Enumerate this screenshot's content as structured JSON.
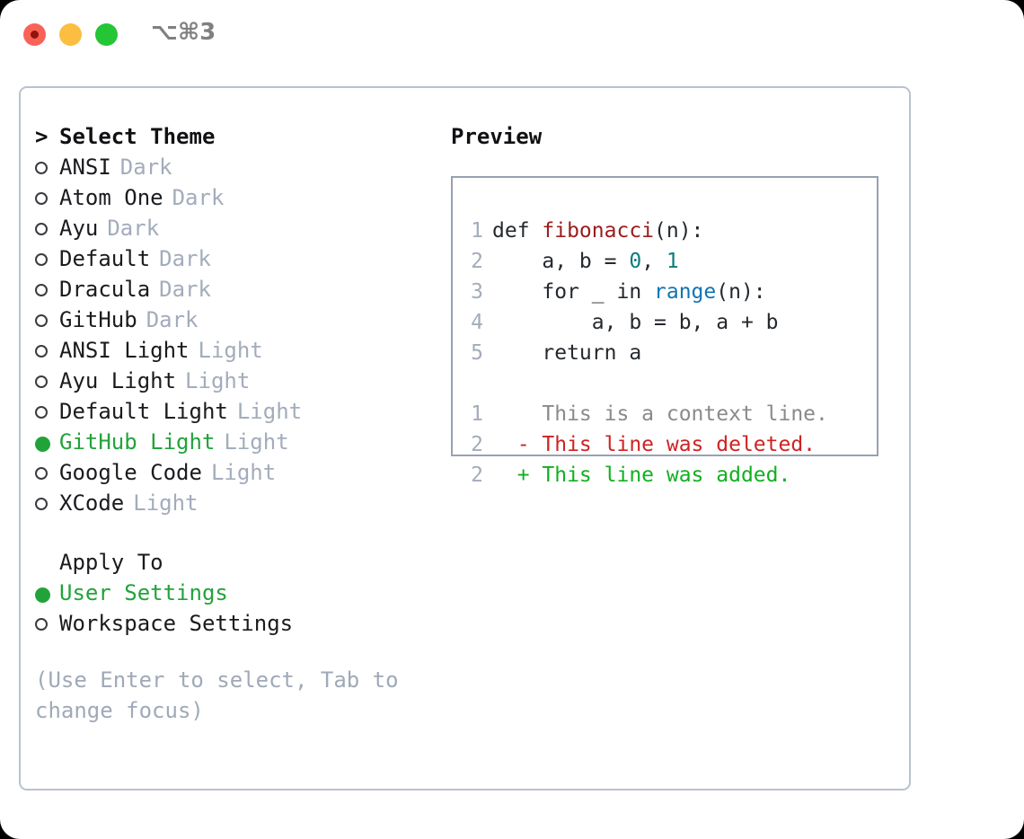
{
  "window": {
    "shortcut": "⌥⌘3",
    "traffic_lights": [
      "close-red",
      "minimize-yellow",
      "maximize-green"
    ],
    "colors": {
      "red": "#fa6257",
      "yellow": "#fcbe40",
      "green": "#24c636",
      "accent_green": "#22a33a",
      "muted": "#a3acbb",
      "border": "#b9c2cf"
    }
  },
  "theme_picker": {
    "heading": "Select Theme",
    "caret": ">",
    "bullet_empty": "○",
    "bullet_filled": "●",
    "items": [
      {
        "name": "ANSI",
        "kind": "Dark",
        "selected": false
      },
      {
        "name": "Atom One",
        "kind": "Dark",
        "selected": false
      },
      {
        "name": "Ayu",
        "kind": "Dark",
        "selected": false
      },
      {
        "name": "Default",
        "kind": "Dark",
        "selected": false
      },
      {
        "name": "Dracula",
        "kind": "Dark",
        "selected": false
      },
      {
        "name": "GitHub",
        "kind": "Dark",
        "selected": false
      },
      {
        "name": "ANSI Light",
        "kind": "Light",
        "selected": false
      },
      {
        "name": "Ayu Light",
        "kind": "Light",
        "selected": false
      },
      {
        "name": "Default Light",
        "kind": "Light",
        "selected": false
      },
      {
        "name": "GitHub Light",
        "kind": "Light",
        "selected": true
      },
      {
        "name": "Google Code",
        "kind": "Light",
        "selected": false
      },
      {
        "name": "XCode",
        "kind": "Light",
        "selected": false
      }
    ]
  },
  "apply_to": {
    "heading": "Apply To",
    "items": [
      {
        "name": "User Settings",
        "selected": true
      },
      {
        "name": "Workspace Settings",
        "selected": false
      }
    ]
  },
  "hint": "(Use Enter to select, Tab to change focus)",
  "preview": {
    "heading": "Preview",
    "code": [
      {
        "num": "1",
        "segments": [
          {
            "t": "def ",
            "cls": "code-txt"
          },
          {
            "t": "fibonacci",
            "cls": "tok-fn"
          },
          {
            "t": "(n):",
            "cls": "code-txt"
          }
        ]
      },
      {
        "num": "2",
        "segments": [
          {
            "t": "    a, b = ",
            "cls": "code-txt"
          },
          {
            "t": "0",
            "cls": "tok-num"
          },
          {
            "t": ", ",
            "cls": "code-txt"
          },
          {
            "t": "1",
            "cls": "tok-num"
          }
        ]
      },
      {
        "num": "3",
        "segments": [
          {
            "t": "    for _ in ",
            "cls": "code-txt"
          },
          {
            "t": "range",
            "cls": "tok-blt"
          },
          {
            "t": "(n):",
            "cls": "code-txt"
          }
        ]
      },
      {
        "num": "4",
        "segments": [
          {
            "t": "        a, b = b, a + b",
            "cls": "code-txt"
          }
        ]
      },
      {
        "num": "5",
        "segments": [
          {
            "t": "    return a",
            "cls": "code-txt"
          }
        ]
      }
    ],
    "diff": [
      {
        "num": "1",
        "marker": "  ",
        "text": "This is a context line.",
        "cls": "diff-ctx"
      },
      {
        "num": "2",
        "marker": "- ",
        "text": "This line was deleted.",
        "cls": "diff-del"
      },
      {
        "num": "2",
        "marker": "+ ",
        "text": "This line was added.",
        "cls": "diff-add"
      }
    ]
  }
}
